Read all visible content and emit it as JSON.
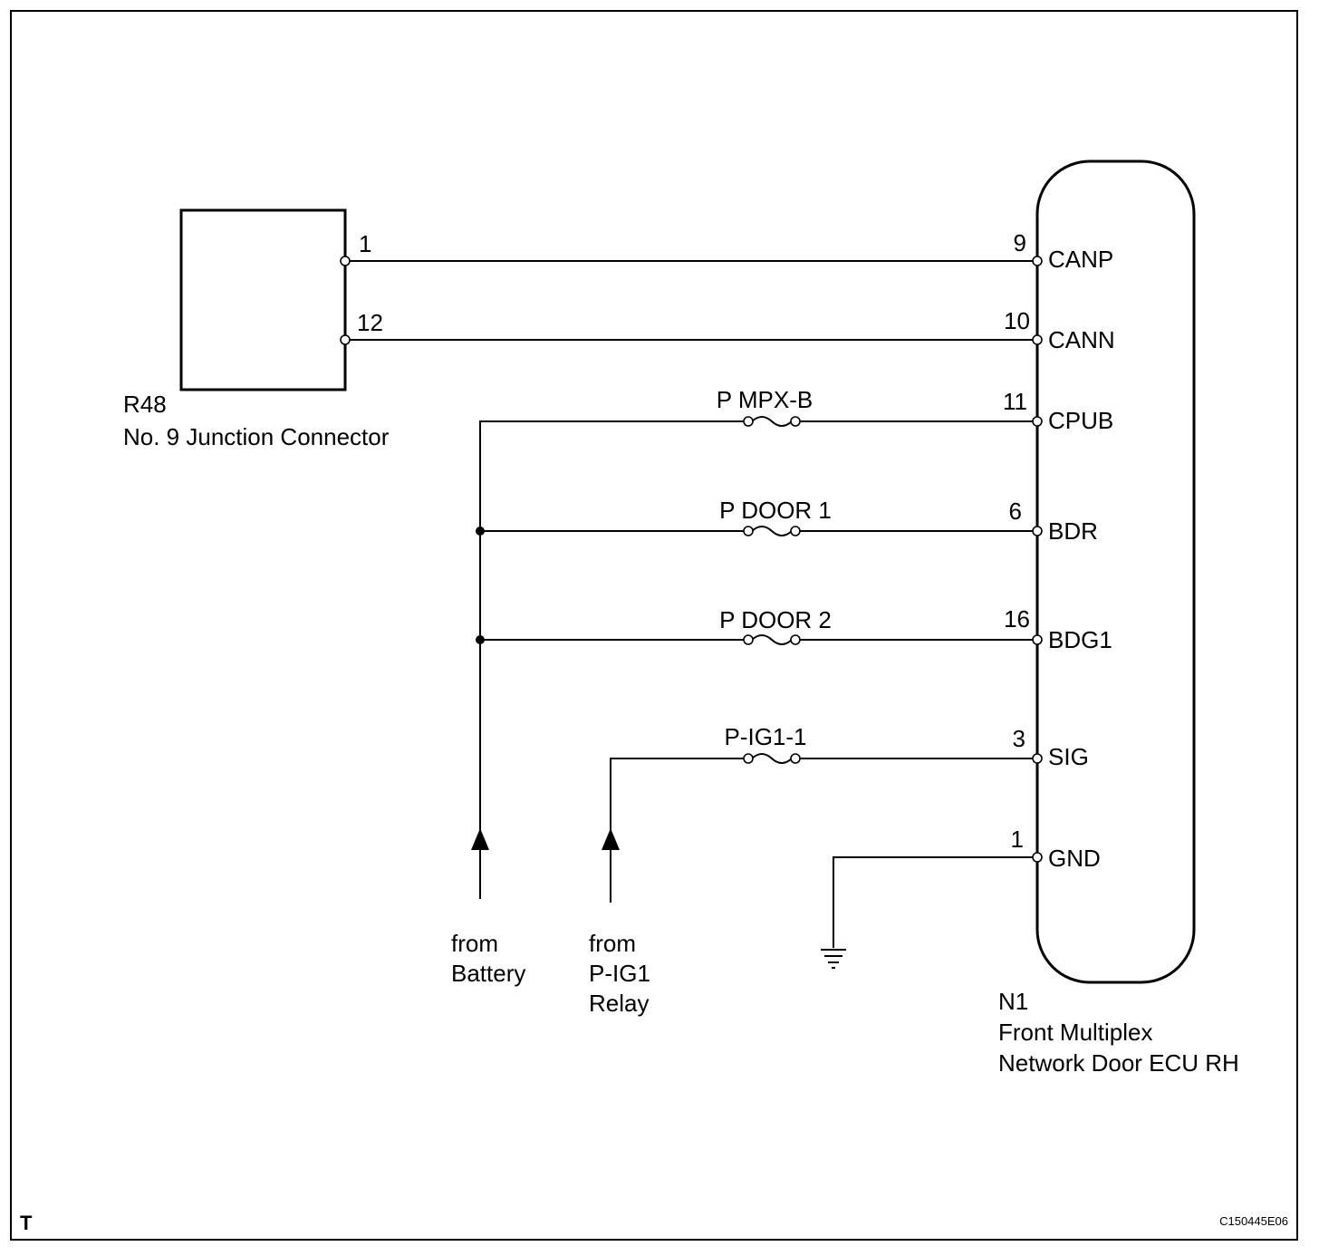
{
  "connector_r48": {
    "code": "R48",
    "name": "No. 9 Junction Connector",
    "pins": [
      "1",
      "12"
    ]
  },
  "ecu_n1": {
    "code": "N1",
    "name_line1": "Front Multiplex",
    "name_line2": "Network Door ECU RH",
    "pins": [
      {
        "num": "9",
        "name": "CANP"
      },
      {
        "num": "10",
        "name": "CANN"
      },
      {
        "num": "11",
        "name": "CPUB"
      },
      {
        "num": "6",
        "name": "BDR"
      },
      {
        "num": "16",
        "name": "BDG1"
      },
      {
        "num": "3",
        "name": "SIG"
      },
      {
        "num": "1",
        "name": "GND"
      }
    ]
  },
  "fuses": [
    "P MPX-B",
    "P DOOR 1",
    "P DOOR 2",
    "P-IG1-1"
  ],
  "sources": {
    "battery_line1": "from",
    "battery_line2": "Battery",
    "relay_line1": "from",
    "relay_line2": "P-IG1",
    "relay_line3": "Relay"
  },
  "footer": {
    "corner_mark": "T",
    "figure_code": "C150445E06"
  }
}
